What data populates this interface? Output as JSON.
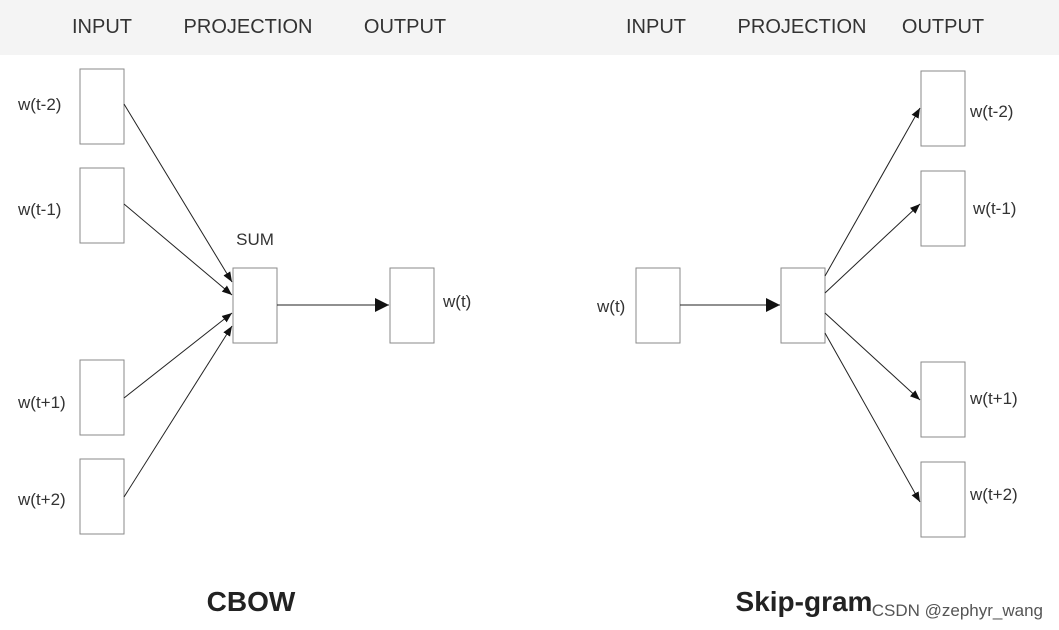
{
  "cbow": {
    "headers": {
      "input": "INPUT",
      "projection": "PROJECTION",
      "output": "OUTPUT"
    },
    "inputs": [
      "w(t-2)",
      "w(t-1)",
      "w(t+1)",
      "w(t+2)"
    ],
    "projection_label": "SUM",
    "output": "w(t)",
    "title": "CBOW"
  },
  "skipgram": {
    "headers": {
      "input": "INPUT",
      "projection": "PROJECTION",
      "output": "OUTPUT"
    },
    "input": "w(t)",
    "outputs": [
      "w(t-2)",
      "w(t-1)",
      "w(t+1)",
      "w(t+2)"
    ],
    "title": "Skip-gram"
  },
  "watermark": "CSDN @zephyr_wang"
}
